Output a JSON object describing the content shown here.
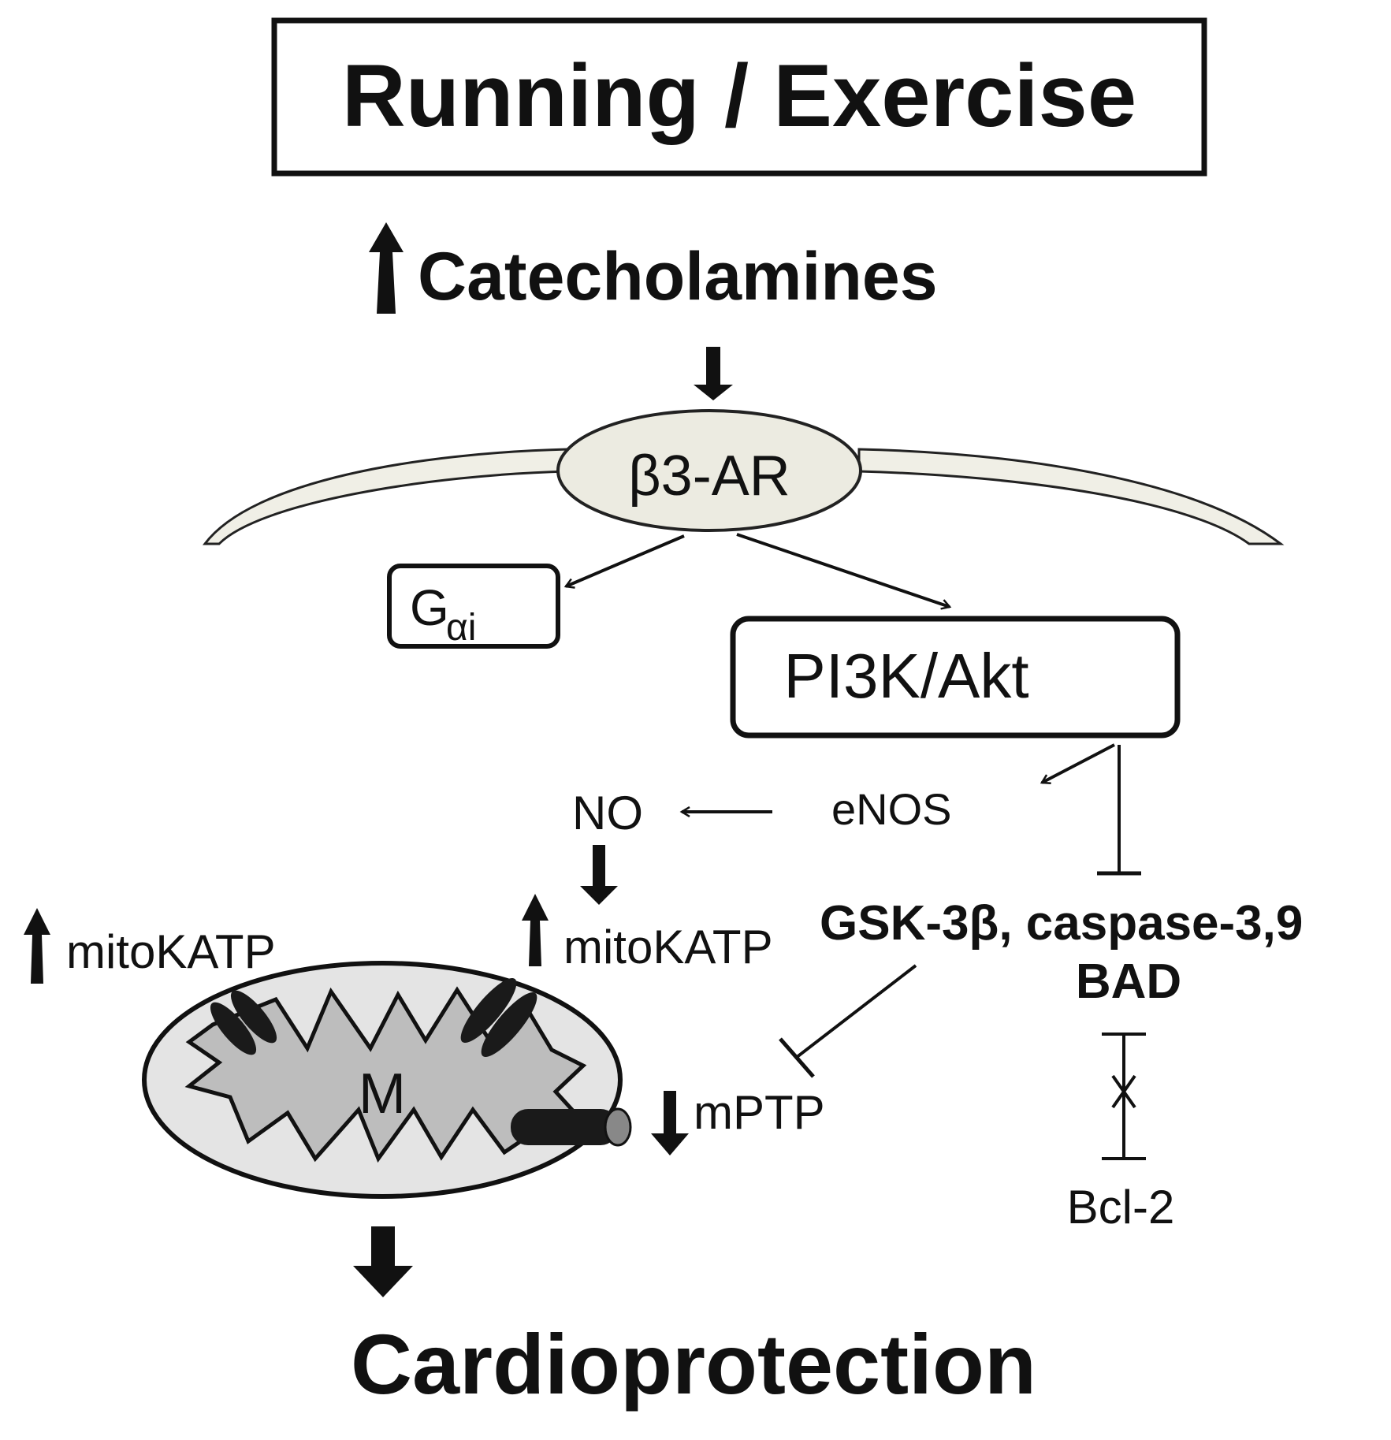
{
  "nodes": {
    "running_exercise": "Running / Exercise",
    "catecholamines": "Catecholamines",
    "beta3_ar": "β3-AR",
    "g_alpha_i_base": "G",
    "g_alpha_i_sub": "αi",
    "pi3k_akt": "PI3K/Akt",
    "enos": "eNOS",
    "no": "NO",
    "mitokatp_left": "mitoKATP",
    "mitokatp_right": "mitoKATP",
    "gsk_caspase": "GSK-3β, caspase-3,9",
    "bad": "BAD",
    "mptp": "mPTP",
    "bcl2": "Bcl-2",
    "mitochondrion_label": "M",
    "cardioprotection": "Cardioprotection"
  },
  "colors": {
    "ink": "#111111",
    "receptor_fill": "#ecebe1",
    "membrane_fill": "#f0efe6",
    "mito_outer_fill": "#e4e4e4",
    "mito_inner_fill": "#bdbdbd",
    "channel_fill": "#1a1a1a",
    "channel_cap": "#888888"
  }
}
